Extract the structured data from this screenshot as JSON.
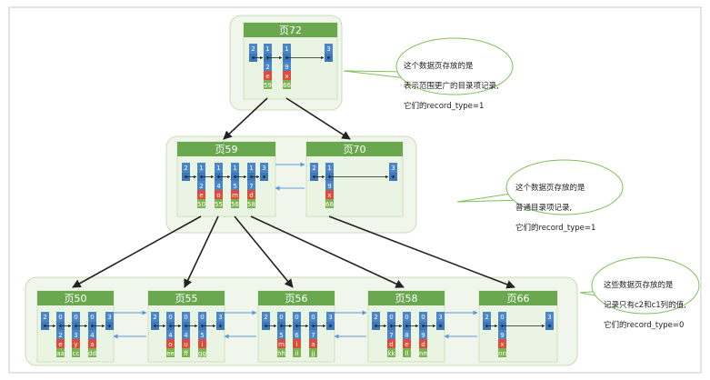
{
  "pages": {
    "p72": {
      "title": "页72"
    },
    "p59": {
      "title": "页59"
    },
    "p70": {
      "title": "页70"
    },
    "p50": {
      "title": "页50"
    },
    "p55": {
      "title": "页55"
    },
    "p56": {
      "title": "页56"
    },
    "p58": {
      "title": "页58"
    },
    "p66": {
      "title": "页66"
    }
  },
  "callouts": {
    "root": {
      "lines": [
        "这个数据页存放的是",
        "表示范围更广的目录项记录,",
        "它们的record_type=1"
      ]
    },
    "mid": {
      "lines": [
        "这个数据页存放的是",
        "普通目录项记录,",
        "它们的record_type=1"
      ]
    },
    "leaf": {
      "lines": [
        "这些数据页存放的是",
        "记录只有c2和c1列的值,",
        "它们的record_type=0"
      ]
    }
  },
  "records": {
    "p72": [
      {
        "type": "2",
        "cells": []
      },
      {
        "type": "1",
        "cells": [
          "2",
          "e",
          "59"
        ]
      },
      {
        "type": "1",
        "cells": [
          "9",
          "x",
          "66"
        ]
      },
      {
        "type": "3",
        "cells": []
      }
    ],
    "p59": [
      {
        "type": "2",
        "cells": []
      },
      {
        "type": "1",
        "cells": [
          "2",
          "e",
          "50"
        ]
      },
      {
        "type": "1",
        "cells": [
          "4",
          "o",
          "55"
        ]
      },
      {
        "type": "1",
        "cells": [
          "5",
          "m",
          "56"
        ]
      },
      {
        "type": "1",
        "cells": [
          "7",
          "d",
          "58"
        ]
      },
      {
        "type": "3",
        "cells": []
      }
    ],
    "p70": [
      {
        "type": "2",
        "cells": []
      },
      {
        "type": "1",
        "cells": [
          "9",
          "x",
          "66"
        ]
      },
      {
        "type": "3",
        "cells": []
      }
    ],
    "p50": [
      {
        "type": "2",
        "cells": []
      },
      {
        "type": "0",
        "cells": [
          "2",
          "e",
          "aa"
        ]
      },
      {
        "type": "0",
        "cells": [
          "3",
          "y",
          "cc"
        ]
      },
      {
        "type": "0",
        "cells": [
          "4",
          "a",
          "dd"
        ]
      },
      {
        "type": "3",
        "cells": []
      }
    ],
    "p55": [
      {
        "type": "2",
        "cells": []
      },
      {
        "type": "0",
        "cells": [
          "4",
          "o",
          "ee"
        ]
      },
      {
        "type": "0",
        "cells": [
          "4",
          "u",
          "ff"
        ]
      },
      {
        "type": "0",
        "cells": [
          "5",
          "i",
          "gg"
        ]
      },
      {
        "type": "3",
        "cells": []
      }
    ],
    "p56": [
      {
        "type": "2",
        "cells": []
      },
      {
        "type": "0",
        "cells": [
          "5",
          "m",
          "hh"
        ]
      },
      {
        "type": "0",
        "cells": [
          "6",
          "i",
          "ii"
        ]
      },
      {
        "type": "0",
        "cells": [
          "7",
          "a",
          "jj"
        ]
      },
      {
        "type": "3",
        "cells": []
      }
    ],
    "p58": [
      {
        "type": "2",
        "cells": []
      },
      {
        "type": "0",
        "cells": [
          "7",
          "d",
          "kk"
        ]
      },
      {
        "type": "0",
        "cells": [
          "8",
          "e",
          "ll"
        ]
      },
      {
        "type": "0",
        "cells": [
          "9",
          "d",
          "mm"
        ]
      },
      {
        "type": "3",
        "cells": []
      }
    ],
    "p66": [
      {
        "type": "2",
        "cells": []
      },
      {
        "type": "0",
        "cells": [
          "9",
          "x",
          "nn"
        ]
      },
      {
        "type": "3",
        "cells": []
      }
    ]
  },
  "colors": {
    "title_bar": "#6aa84f",
    "page_fill": "#eaf4e2",
    "group_fill": "#f1f6ec",
    "group_stroke": "#c9ddb8",
    "record_blue": "#4a86c8",
    "cell_red": "#e04b3c",
    "cell_green": "#79b44f",
    "link_blue": "#5b9bd5",
    "pointer_arrow": "#222222"
  }
}
